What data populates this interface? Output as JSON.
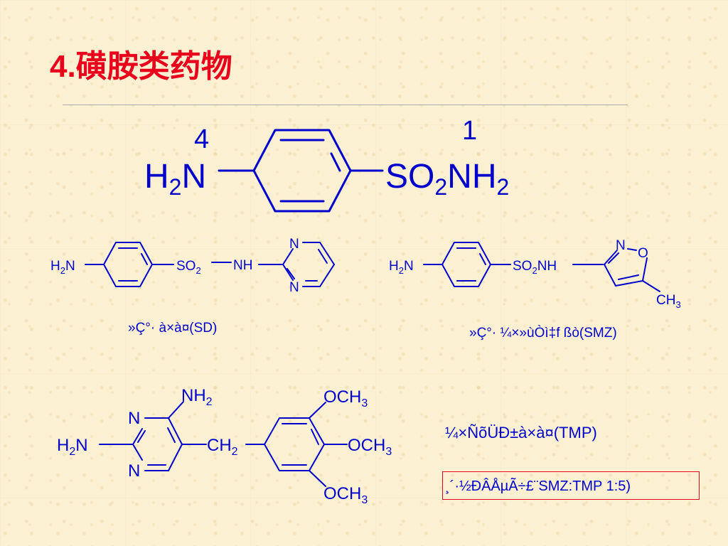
{
  "slide": {
    "title": "4.磺胺类药物"
  },
  "core": {
    "left_group": "H2N",
    "right_group": "SO2NH2",
    "position_4": "4",
    "position_1": "1"
  },
  "sd": {
    "amine": "H2N",
    "sulfonyl": "SO2",
    "nh": "NH",
    "ring_n_top": "N",
    "ring_n_bottom": "N",
    "caption": "»Ç°· à×à¤(SD)"
  },
  "smz": {
    "amine": "H2N",
    "sulfonamide": "SO2NH",
    "ring_n": "N",
    "ring_o": "O",
    "methyl": "CH3",
    "caption": "»Ç°· ¼×»ùÒì‡f ßò(SMZ)"
  },
  "tmp": {
    "amino_top": "NH2",
    "amine_left": "H2N",
    "ring_n_top": "N",
    "ring_n_bottom": "N",
    "linker": "CH2",
    "methoxy_top": "OCH3",
    "methoxy_mid": "OCH3",
    "methoxy_bottom": "OCH3",
    "caption": "¼×ÑõÜÐ±à×à¤(TMP)"
  },
  "ratio": {
    "text": "¸´·½ÐÂÅµÃ÷£¨SMZ:TMP  1:5)"
  },
  "colors": {
    "title": "#e8001c",
    "structure": "#0000cc",
    "divider": "#a9a9a9",
    "ratio_border": "#e8001c"
  }
}
